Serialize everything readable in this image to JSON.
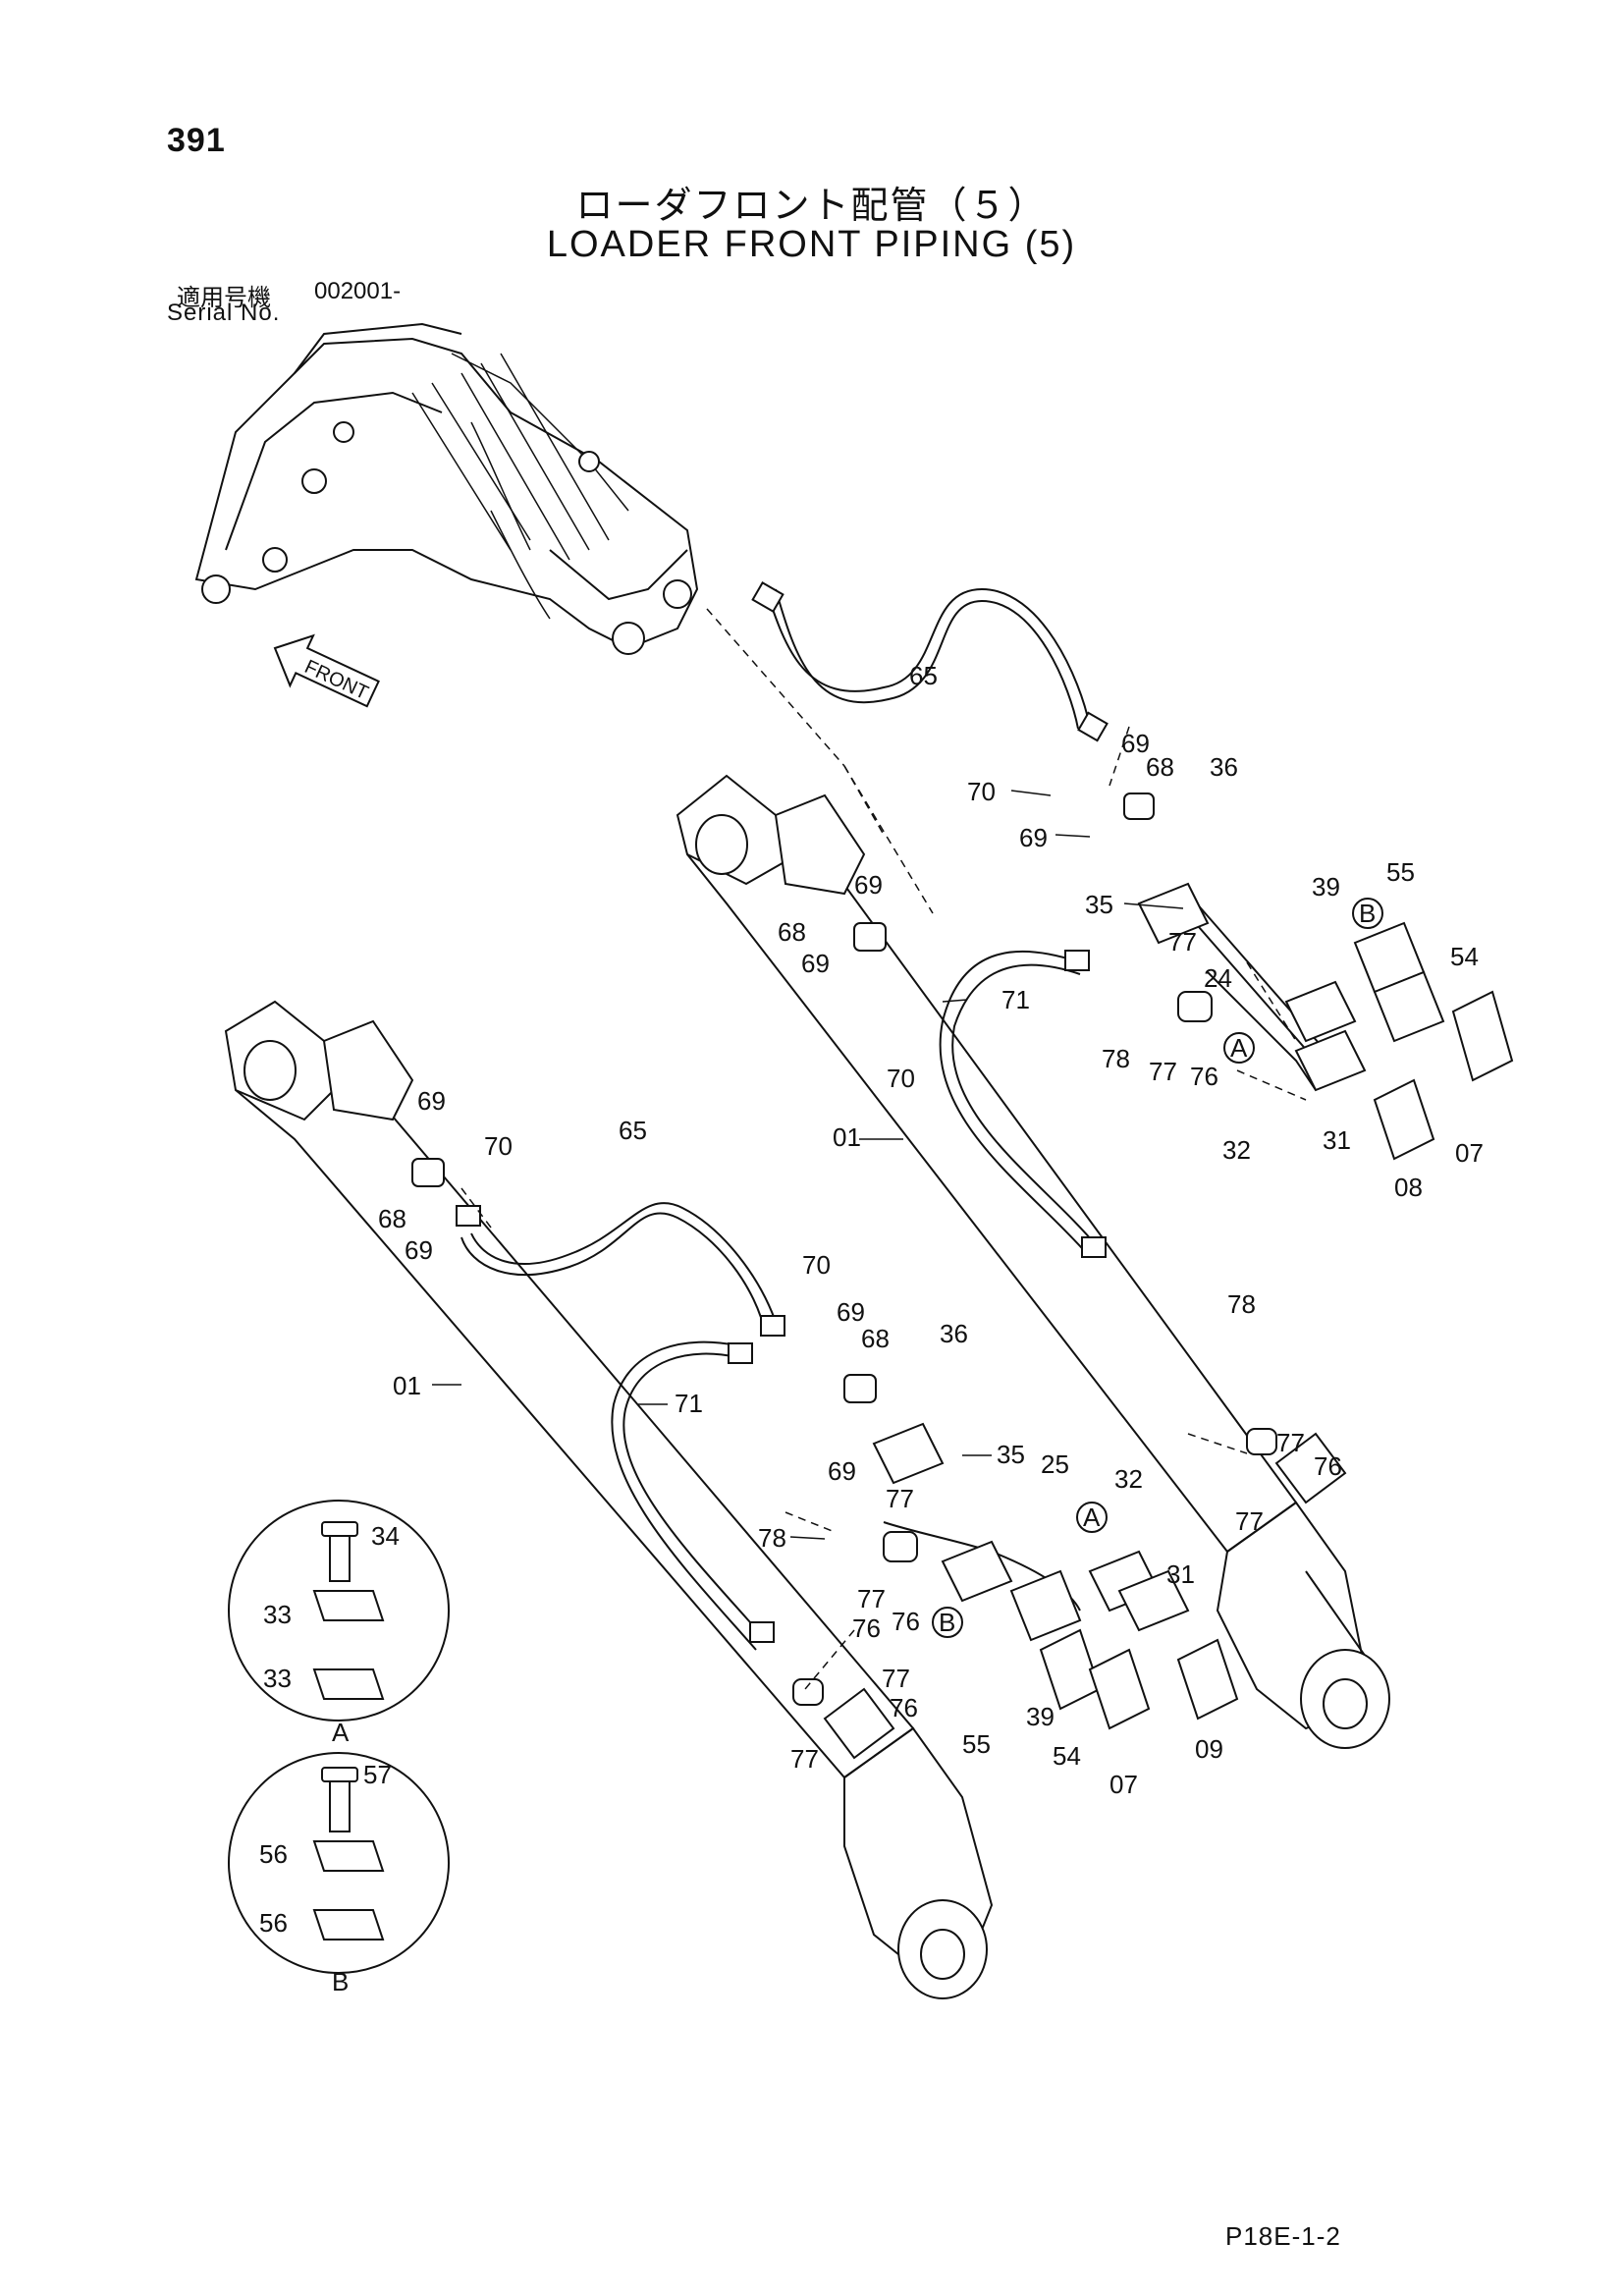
{
  "header": {
    "page_number": "391",
    "title_jp": "ローダフロント配管（５）",
    "title_en": "LOADER FRONT PIPING (5)",
    "serial_label_jp": "適用号機",
    "serial_value": "002001-",
    "serial_label_en": "Serial No."
  },
  "overview": {
    "front_label": "FRONT"
  },
  "callouts": {
    "c65a": "65",
    "c69a": "69",
    "c70a": "70",
    "c68a": "68",
    "c36a": "36",
    "c69b": "69",
    "c35a": "35",
    "c39a": "39",
    "c55a": "55",
    "c54a": "54",
    "cBa": "B",
    "c77a": "77",
    "c24": "24",
    "c71a": "71",
    "c78a": "78",
    "c77b": "77",
    "c76a": "76",
    "cAa": "A",
    "c69c": "69",
    "c68b": "68",
    "c69d": "69",
    "c70b": "70",
    "c31a": "31",
    "c32a": "32",
    "c08": "08",
    "c07a": "07",
    "c01a": "01",
    "c69e": "69",
    "c70c": "70",
    "c65b": "65",
    "c68c": "68",
    "c69f": "69",
    "c70d": "70",
    "c69g": "69",
    "c68d": "68",
    "c36b": "36",
    "c01b": "01",
    "c71b": "71",
    "c69h": "69",
    "c35b": "35",
    "c78b": "78",
    "c77c": "77",
    "c76b": "76",
    "c77d": "77",
    "c25": "25",
    "cAb": "A",
    "c32b": "32",
    "c77e": "77",
    "c78c": "78",
    "c76c": "76",
    "c77f": "77",
    "c76d": "76",
    "cBb": "B",
    "c31b": "31",
    "c77g": "77",
    "c76e": "76",
    "c77h": "77",
    "c55b": "55",
    "c39b": "39",
    "c54b": "54",
    "c07b": "07",
    "c09": "09"
  },
  "insets": {
    "a": {
      "label": "A",
      "bolt": "34",
      "clamp_upper": "33",
      "clamp_lower": "33"
    },
    "b": {
      "label": "B",
      "bolt": "57",
      "clamp_upper": "56",
      "clamp_lower": "56"
    }
  },
  "footer": {
    "code": "P18E-1-2"
  }
}
